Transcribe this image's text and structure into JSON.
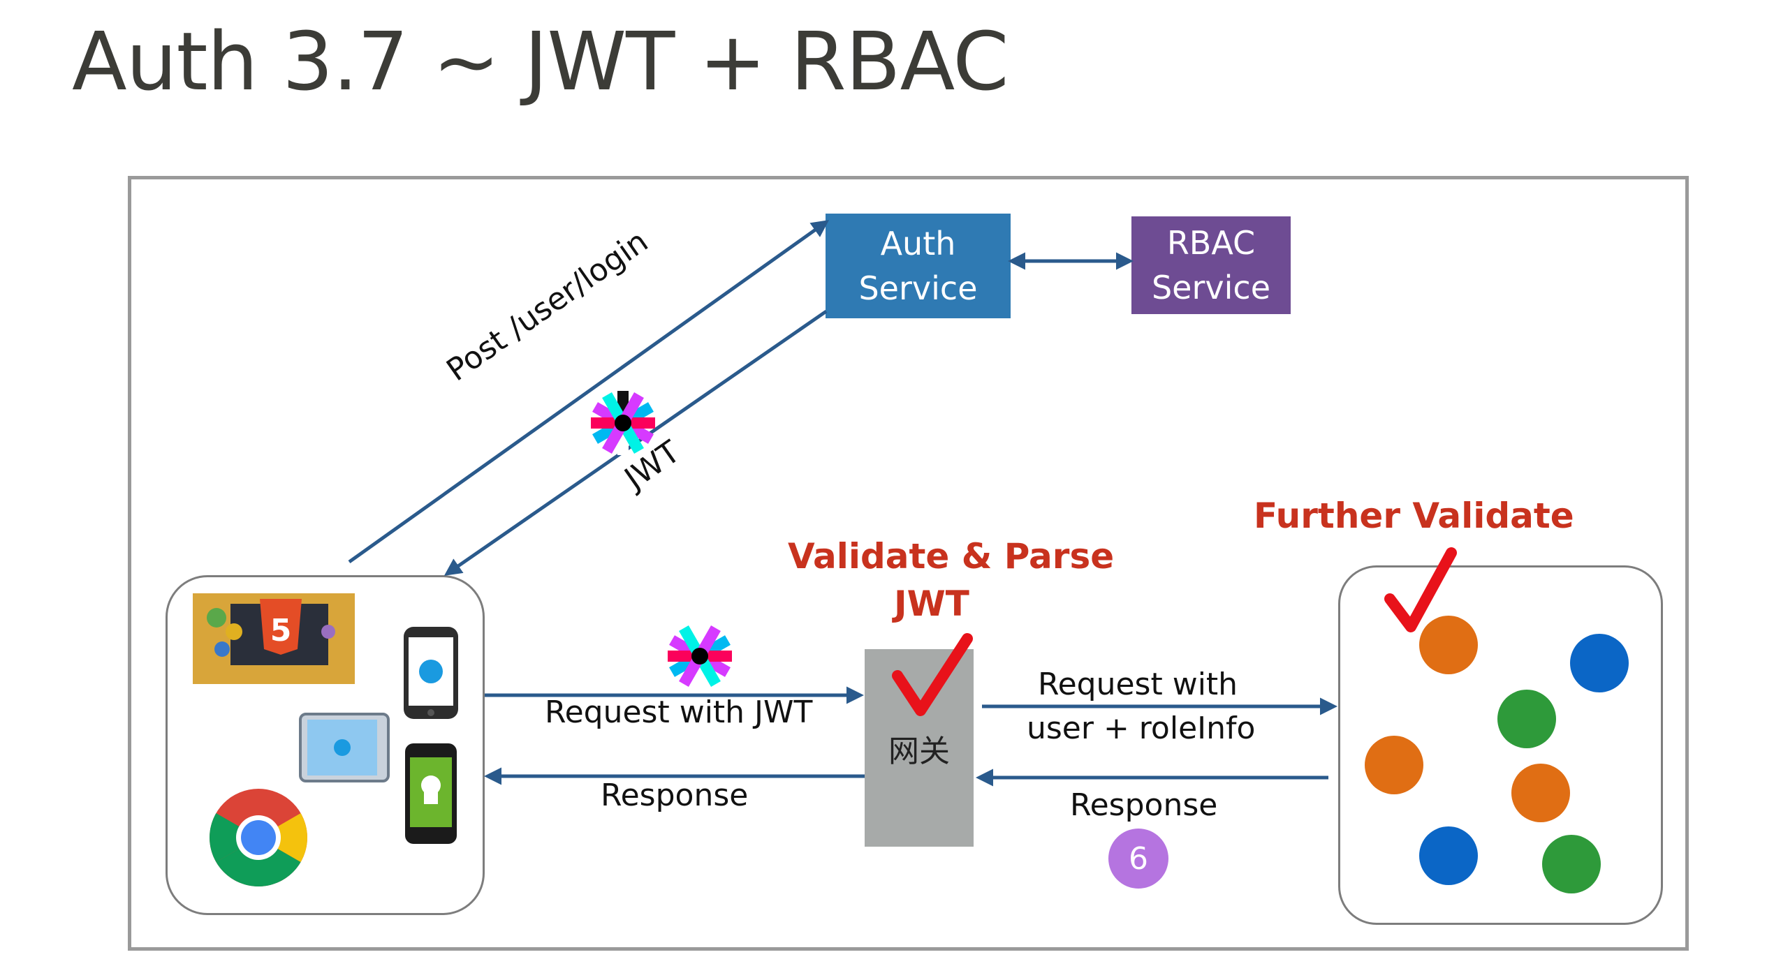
{
  "title": "Auth 3.7 ~ JWT + RBAC",
  "auth_service": {
    "line1": "Auth",
    "line2": "Service"
  },
  "rbac_service": {
    "line1": "RBAC",
    "line2": "Service"
  },
  "labels": {
    "post_login": "Post /user/login",
    "jwt": "JWT",
    "request_with_jwt": "Request with JWT",
    "response_left": "Response",
    "request_with_line1": "Request with",
    "request_with_line2": "user + roleInfo",
    "response_right": "Response",
    "gateway": "网关",
    "validate_line1": "Validate & Parse",
    "validate_line2": "JWT",
    "further_validate": "Further Validate",
    "step_badge": "6"
  },
  "colors": {
    "auth": "#2f7ab3",
    "rbac": "#6e4c93",
    "arrow": "#2a5a8c",
    "highlight": "#c8321e",
    "orange": "#e06e14",
    "blue": "#0b66c6",
    "green": "#2e9a3a",
    "badge": "#b574e0"
  },
  "icons": [
    "html5-devices-icon",
    "iphone-icon",
    "ipad-icon",
    "android-phone-icon",
    "chrome-icon",
    "jwt-logo-icon",
    "checkmark-icon"
  ]
}
